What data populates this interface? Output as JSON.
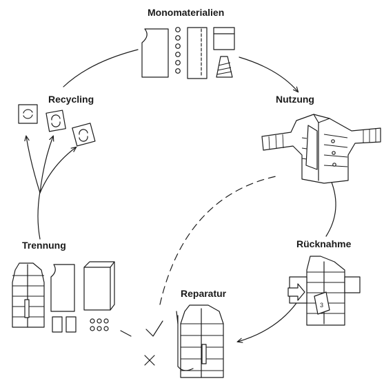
{
  "stages": {
    "mono": "Monomaterialien",
    "nutzung": "Nutzung",
    "ruecknahme": "Rücknahme",
    "reparatur": "Reparatur",
    "trennung": "Trennung",
    "recycling": "Recycling"
  },
  "tag_number": "3",
  "marks": {
    "check": "check-icon",
    "cross": "cross-icon"
  },
  "colors": {
    "line": "#1a1a1a",
    "background": "#ffffff"
  }
}
